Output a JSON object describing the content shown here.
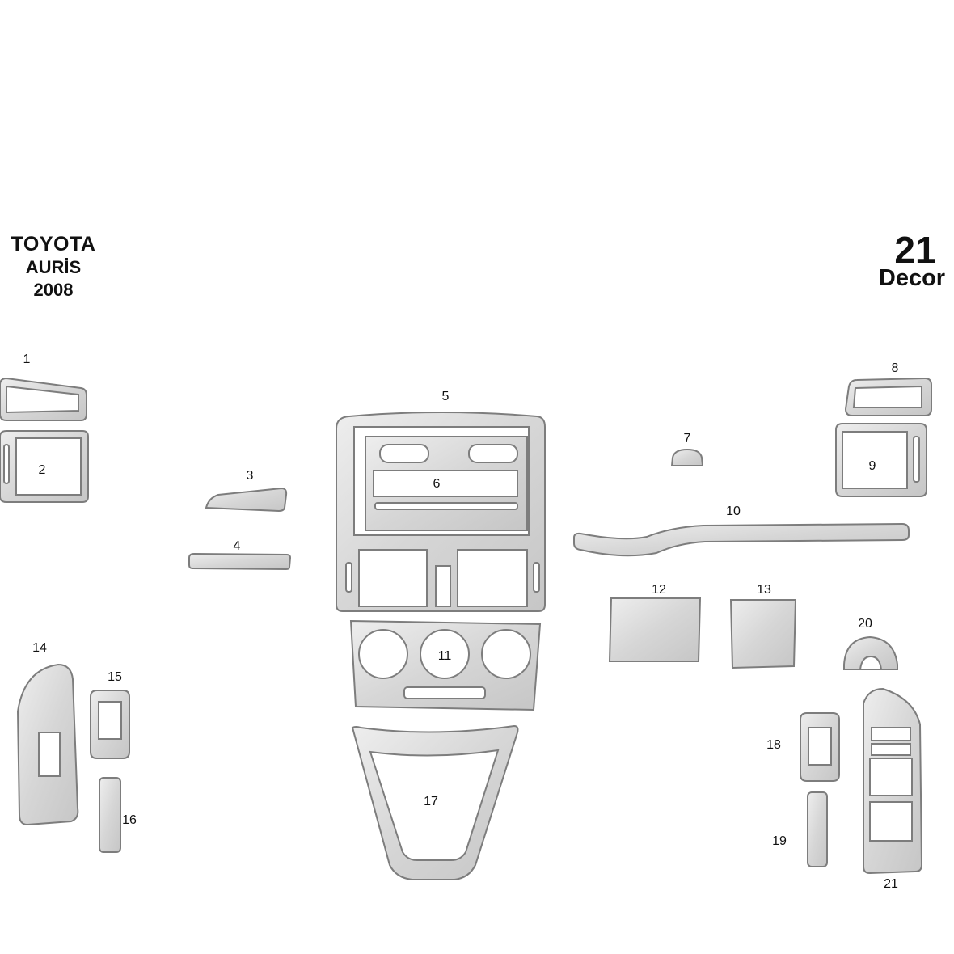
{
  "header": {
    "make": "TOYOTA",
    "model": "AURİS",
    "year": "2008"
  },
  "kit": {
    "count": "21",
    "label": "Decor"
  },
  "part_labels": [
    "1",
    "2",
    "3",
    "4",
    "5",
    "6",
    "7",
    "8",
    "9",
    "10",
    "11",
    "12",
    "13",
    "14",
    "15",
    "16",
    "17",
    "18",
    "19",
    "20",
    "21"
  ],
  "colors": {
    "part_fill": "#dcdcdc",
    "part_outline": "#7d7d7d",
    "background": "#ffffff"
  }
}
